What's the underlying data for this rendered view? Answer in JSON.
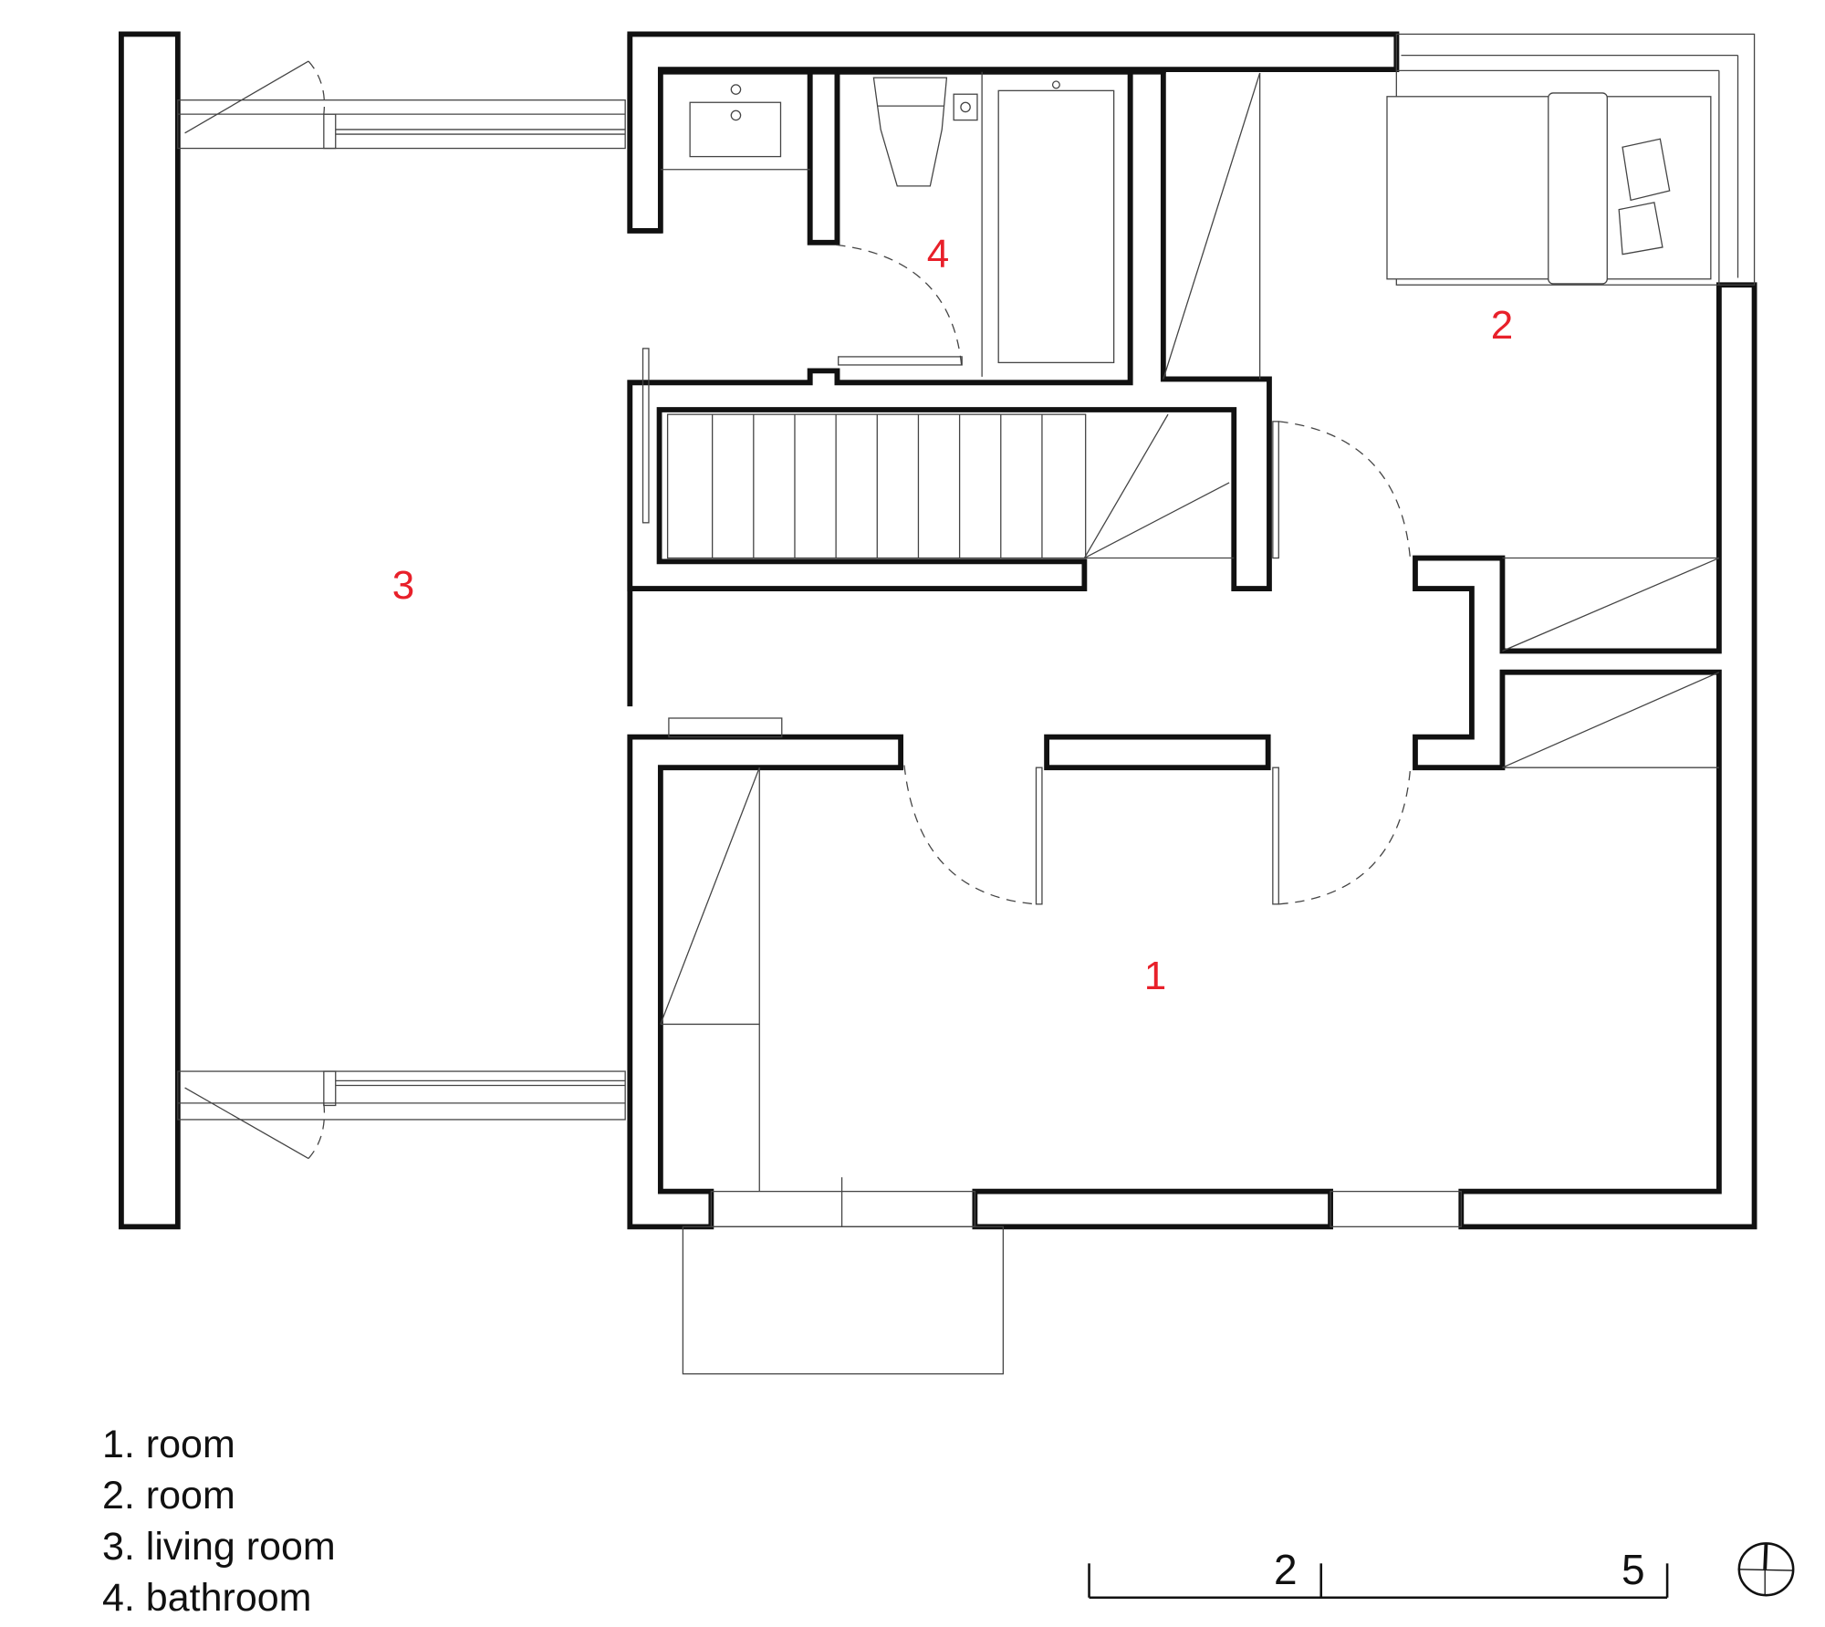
{
  "rooms": [
    {
      "number": "1",
      "name": "room"
    },
    {
      "number": "2",
      "name": "room"
    },
    {
      "number": "3",
      "name": "living room"
    },
    {
      "number": "4",
      "name": "bathroom"
    }
  ],
  "legend": [
    "1. room",
    "2. room",
    "3. living room",
    "4. bathroom"
  ],
  "scale_bar": {
    "labels": [
      "2",
      "5"
    ]
  },
  "colors": {
    "room_label": "#e8202a",
    "wall": "#111111"
  },
  "icons": [
    "north-arrow-icon"
  ]
}
